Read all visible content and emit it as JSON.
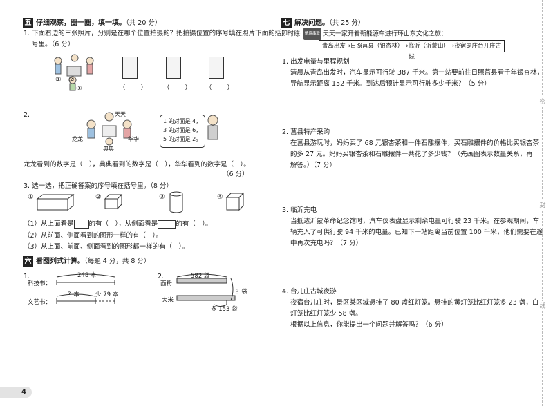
{
  "left": {
    "sec5": {
      "num": "五",
      "title": "仔细观察，圈一圈，填一填。",
      "score": "（共 20 分）"
    },
    "q1": {
      "text1": "1. 下面右边的三张照片，分别是在哪个位置拍摄的？把拍摄位置的序号填在照片下面的括",
      "text2": "号里。（6 分）",
      "pos": [
        "①",
        "②",
        "③"
      ],
      "blank": "（　　）"
    },
    "q2": {
      "num": "2.",
      "names": [
        "天天",
        "龙龙",
        "典典",
        "华华"
      ],
      "clues": [
        "1 的对面是 4，",
        "3 的对面是 6，",
        "5 的对面是 2。"
      ],
      "text": "龙龙看到的数字是（　），典典看到的数字是（　），华华看到的数字是（　）。",
      "score": "（6 分）"
    },
    "q3": {
      "text": "3. 选一选，把正确答案的序号填在括号里。（8 分）",
      "labels": [
        "①",
        "②",
        "③",
        "④"
      ],
      "item1a": "（1）从上面看是",
      "item1b": "的有（　），从侧面看是",
      "item1c": "的有（　）。",
      "item2": "（2）从前面、侧面看到的图形一样的有（　）。",
      "item3": "（3）从上面、前面、侧面看到的图形都一样的有（　）。"
    },
    "sec6": {
      "num": "六",
      "title": "看图列式计算。",
      "score": "（每题 4 分，共 8 分）"
    },
    "q6_1": {
      "num": "1.",
      "total": "248 本",
      "row1": "科技书：",
      "row2": "文艺书：",
      "q": "？本",
      "less": "少 79 本"
    },
    "q6_2": {
      "num": "2.",
      "top": "582 袋",
      "row1": "面粉",
      "row2": "大米",
      "q": "？袋",
      "more": "多 153 袋"
    }
  },
  "right": {
    "sec7": {
      "num": "七",
      "title": "解决问题。",
      "score": "（共 25 分）"
    },
    "intro": {
      "pre": "即时练·",
      "badge": "情境串联",
      "text": "天天一家开着新能源车进行环山东文化之旅："
    },
    "route": "青岛出发→日照莒县（银杏林）→临沂（沂蒙山）→夜宿枣庄台儿庄古城",
    "p1": {
      "title": "1. 出发电量与里程规划",
      "l1": "清晨从青岛出发时，汽车显示可行驶 387 千米。第一站要前往日照莒县看千年银杏林，",
      "l2": "导航显示距离 152 千米。到达后预计显示可行驶多少千米？（5 分）"
    },
    "p2": {
      "title": "2. 莒县特产采购",
      "l1": "在莒县游玩时，妈妈买了 68 元银杏茶和一件石雕摆件，买石雕摆件的价格比买银杏茶",
      "l2": "的多 27 元。妈妈买银杏茶和石雕摆件一共花了多少钱？（先画图表示数量关系，再",
      "l3": "解答。）（7 分）"
    },
    "p3": {
      "title": "3. 临沂充电",
      "l1": "当抵达沂蒙革命纪念馆时，汽车仪表盘显示剩余电量可行驶 23 千米。在参观期间，车",
      "l2": "辆充入了可供行驶 94 千米的电量。已知下一站距离当前位置 100 千米，他们需要在途",
      "l3": "中再次充电吗？（7 分）"
    },
    "p4": {
      "title": "4. 台儿庄古城夜游",
      "l1": "夜宿台儿庄时，景区某区域悬挂了 80 盏红灯笼。悬挂的黄灯笼比红灯笼多 23 盏，白",
      "l2": "灯笼比红灯笼少 58 盏。",
      "l3": "根据以上信息，你能提出一个问题并解答吗？（6 分）"
    }
  },
  "page_number": "4",
  "binding": [
    "密",
    "封",
    "线"
  ]
}
